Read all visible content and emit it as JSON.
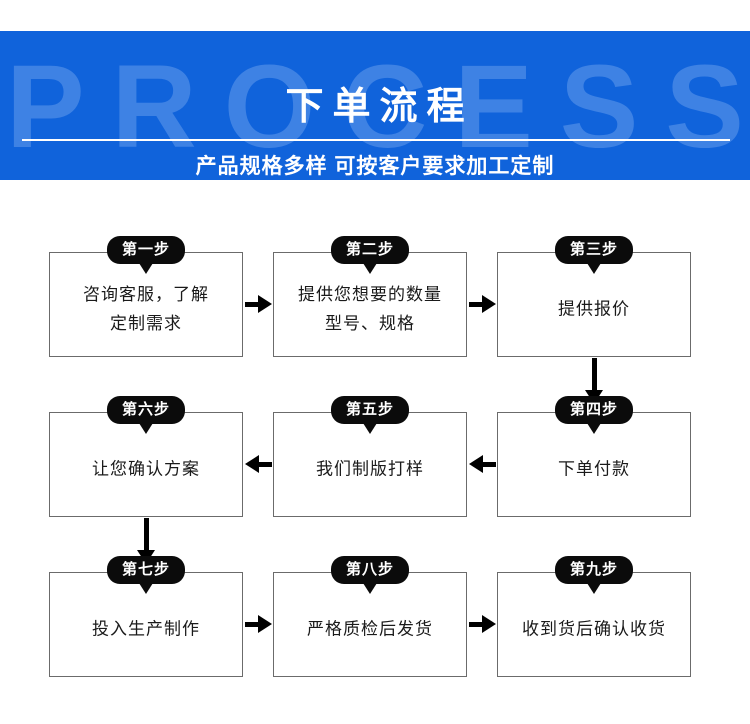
{
  "banner": {
    "watermark": [
      "P",
      "R",
      "O",
      "C",
      "E",
      "S",
      "S"
    ],
    "title": "下单流程",
    "subtitle": "产品规格多样 可按客户要求加工定制",
    "bg_color": "#1063db",
    "watermark_color": "#3e82e4",
    "rule_color": "#ffffff"
  },
  "flow": {
    "box_border_color": "#6b6b6b",
    "badge_bg_color": "#0b0b0b",
    "badge_text_color": "#ffffff",
    "arrow_color": "#000000",
    "steps": [
      {
        "badge": "第一步",
        "text": "咨询客服，了解\n定制需求"
      },
      {
        "badge": "第二步",
        "text": "提供您想要的数量\n型号、规格"
      },
      {
        "badge": "第三步",
        "text": "提供报价"
      },
      {
        "badge": "第四步",
        "text": "下单付款"
      },
      {
        "badge": "第五步",
        "text": "我们制版打样"
      },
      {
        "badge": "第六步",
        "text": "让您确认方案"
      },
      {
        "badge": "第七步",
        "text": "投入生产制作"
      },
      {
        "badge": "第八步",
        "text": "严格质检后发货"
      },
      {
        "badge": "第九步",
        "text": "收到货后确认收货"
      }
    ],
    "connectors": [
      {
        "name": "arrow-step1-to-step2",
        "direction": "right"
      },
      {
        "name": "arrow-step2-to-step3",
        "direction": "right"
      },
      {
        "name": "arrow-step3-to-step4",
        "direction": "down"
      },
      {
        "name": "arrow-step4-to-step5",
        "direction": "left"
      },
      {
        "name": "arrow-step5-to-step6",
        "direction": "left"
      },
      {
        "name": "arrow-step6-to-step7",
        "direction": "down"
      },
      {
        "name": "arrow-step7-to-step8",
        "direction": "right"
      },
      {
        "name": "arrow-step8-to-step9",
        "direction": "right"
      }
    ]
  }
}
